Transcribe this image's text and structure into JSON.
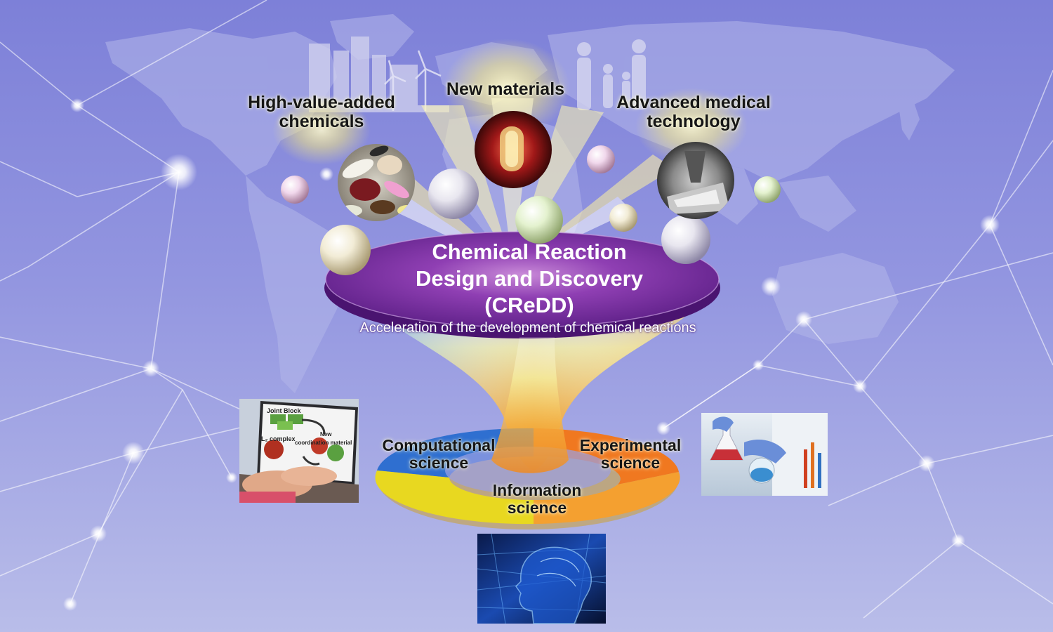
{
  "outputs": {
    "high_value_chemicals": {
      "line1": "High-value-added",
      "line2": "chemicals"
    },
    "new_materials": "New materials",
    "advanced_medical": {
      "line1": "Advanced medical",
      "line2": "technology"
    }
  },
  "center": {
    "line1": "Chemical Reaction",
    "line2": "Design and Discovery",
    "line3": "(CReDD)",
    "subtitle": "Acceleration of the development of chemical reactions"
  },
  "inputs": {
    "computational": {
      "line1": "Computational",
      "line2": "science"
    },
    "experimental": {
      "line1": "Experimental",
      "line2": "science"
    },
    "information": {
      "line1": "Information",
      "line2": "science"
    }
  },
  "laptop_screen": {
    "joint_block": "Joint Block",
    "complex": "L₂ complex",
    "new_coordination_line1": "New",
    "new_coordination_line2": "coordination material"
  },
  "colors": {
    "background": "#8a8fdc",
    "disc_purple": "#7a2fa0",
    "ring_blue": "#2f6fd0",
    "ring_yellow": "#e8d020",
    "ring_orange": "#f07820"
  }
}
